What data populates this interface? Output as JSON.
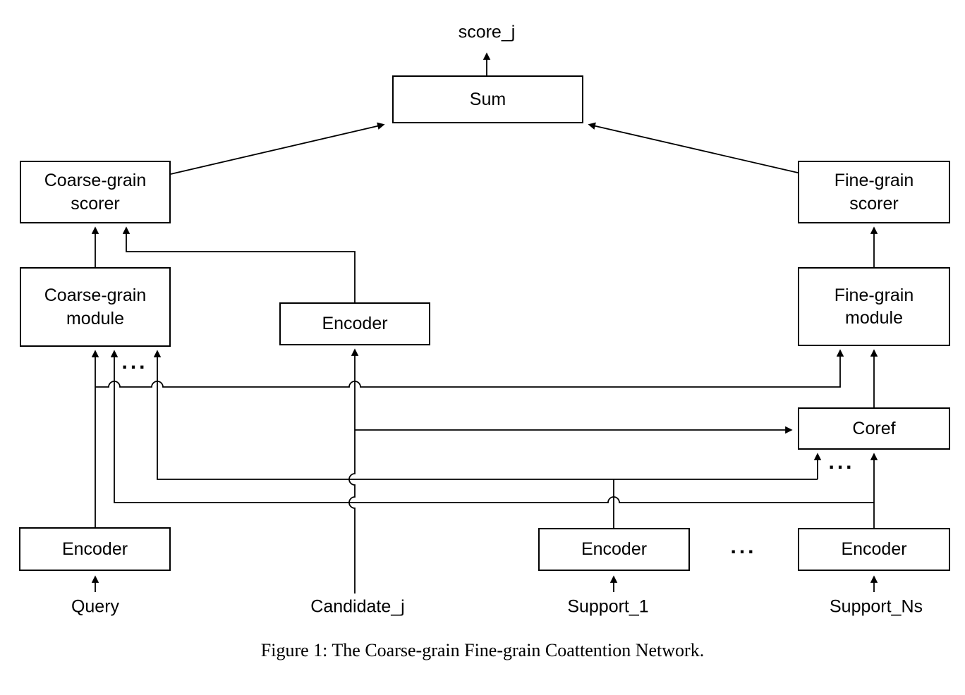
{
  "figure": {
    "caption": "Figure 1: The Coarse-grain Fine-grain Coattention Network.",
    "output_label": "score_j",
    "ellipsis": "...",
    "nodes": {
      "sum": "Sum",
      "coarse_scorer": "Coarse-grain\nscorer",
      "fine_scorer": "Fine-grain\nscorer",
      "coarse_module": "Coarse-grain\nmodule",
      "fine_module": "Fine-grain\nmodule",
      "coref": "Coref",
      "encoder_candidate": "Encoder",
      "encoder_query": "Encoder",
      "encoder_support_1": "Encoder",
      "encoder_support_ns": "Encoder"
    },
    "inputs": {
      "query": "Query",
      "candidate": "Candidate_j",
      "support_1": "Support_1",
      "support_ns": "Support_Ns"
    }
  }
}
